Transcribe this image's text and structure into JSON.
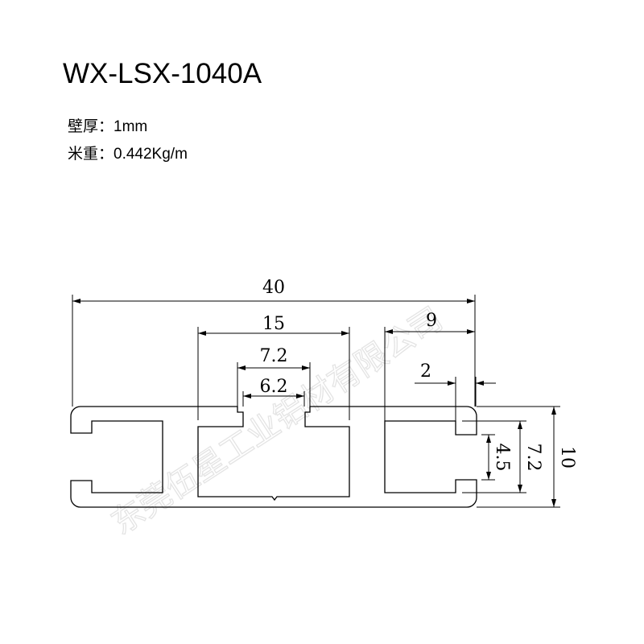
{
  "title": "WX-LSX-1040A",
  "specs": [
    {
      "label": "壁厚：",
      "value": "1mm"
    },
    {
      "label": "米重：",
      "value": "0.442Kg/m"
    }
  ],
  "dimensions": {
    "overall_width": "40",
    "center_cavity_width": "15",
    "slot_outer_width": "7.2",
    "slot_opening_width": "6.2",
    "right_cavity_width": "9",
    "lip_width": "2",
    "overall_height": "10",
    "inner_height": "7.2",
    "opening_height": "4.5"
  },
  "watermark": "东莞伍星工业铝材有限公司",
  "colors": {
    "line": "#000000",
    "watermark": "#e4e4e4"
  }
}
